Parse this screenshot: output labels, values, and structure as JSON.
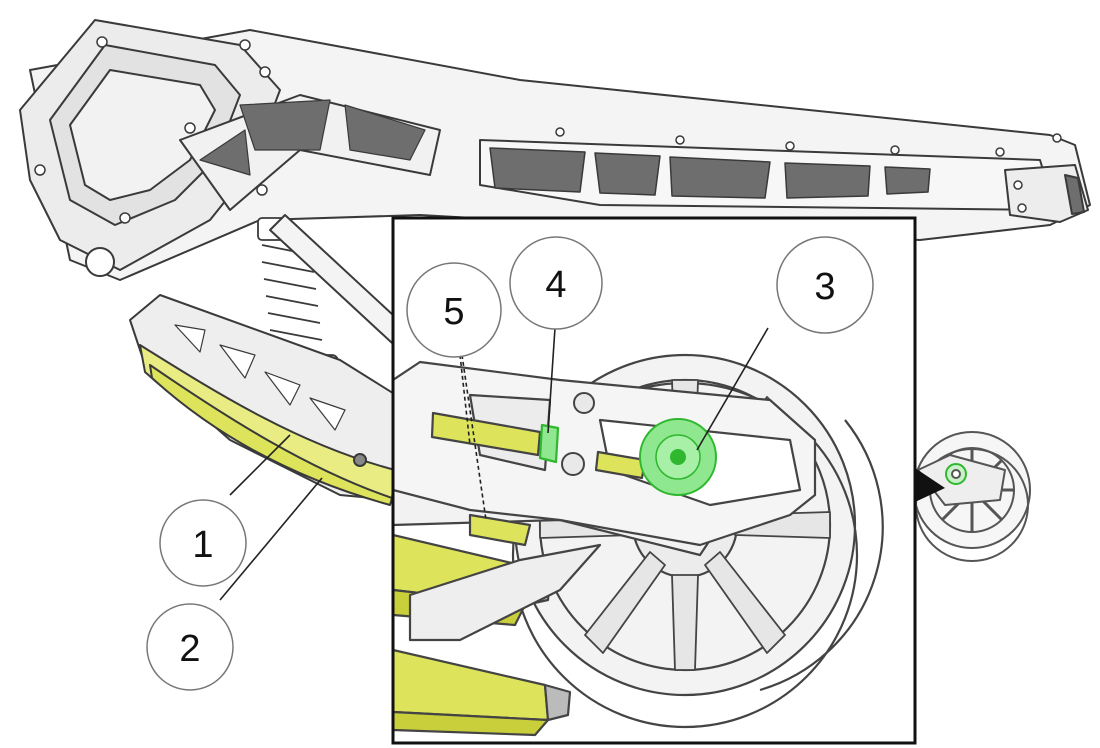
{
  "colors": {
    "frame_fill": "#f4f4f4",
    "frame_stroke": "#3a3a3a",
    "cutout_dark": "#6e6e6e",
    "slide_yellow": "#e8ec82",
    "wear_yellow": "#dde35a",
    "highlight_green": "#8fe88f",
    "highlight_green_dark": "#2fb82f",
    "wheel_stroke": "#555555",
    "inset_border": "#111111"
  },
  "icons": [
    "suspension-frame-illustration",
    "rear-idler-wheel-illustration",
    "detail-magnifier-inset"
  ],
  "callouts": [
    {
      "id": "1",
      "label": "1"
    },
    {
      "id": "2",
      "label": "2"
    },
    {
      "id": "3",
      "label": "3"
    },
    {
      "id": "4",
      "label": "4"
    },
    {
      "id": "5",
      "label": "5"
    }
  ]
}
